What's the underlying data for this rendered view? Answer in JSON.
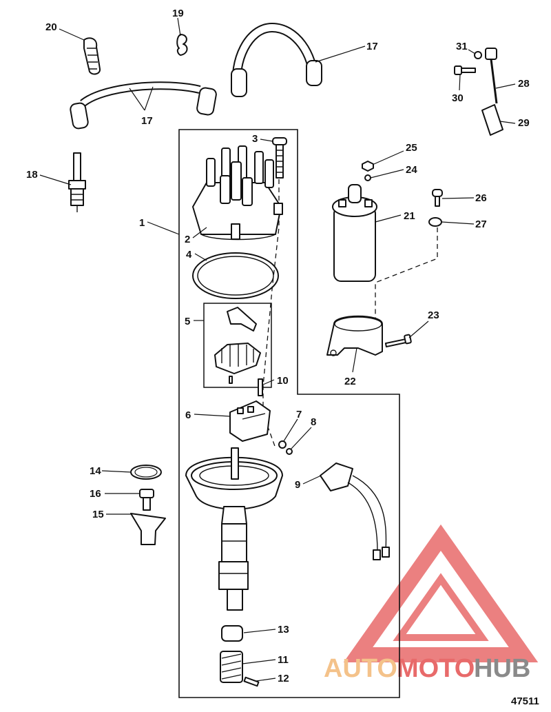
{
  "figure_number": "47511",
  "watermark": {
    "word1": "AUTO",
    "word2": "MOTO",
    "word3": "HUB",
    "color_light": "#f4c28a",
    "color_red": "#e86a6a",
    "color_gray": "#8a8a8a"
  },
  "callouts": {
    "c1": "1",
    "c2": "2",
    "c3": "3",
    "c4": "4",
    "c5": "5",
    "c6": "6",
    "c7": "7",
    "c8": "8",
    "c9": "9",
    "c10": "10",
    "c11": "11",
    "c12": "12",
    "c13": "13",
    "c14": "14",
    "c15": "15",
    "c16": "16",
    "c17a": "17",
    "c17b": "17",
    "c18": "18",
    "c19": "19",
    "c20": "20",
    "c21": "21",
    "c22": "22",
    "c23": "23",
    "c24": "24",
    "c25": "25",
    "c26": "26",
    "c27": "27",
    "c28": "28",
    "c29": "29",
    "c30": "30",
    "c31": "31"
  }
}
